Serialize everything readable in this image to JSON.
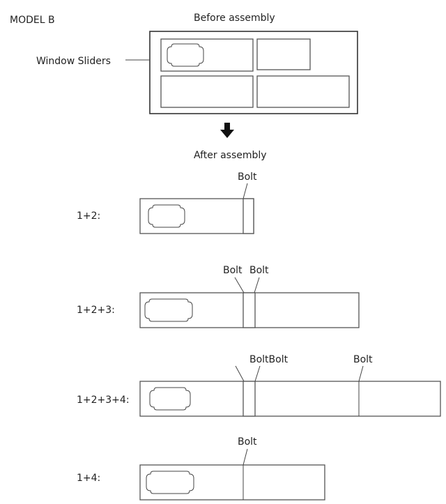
{
  "model_label": "MODEL B",
  "before_title": "Before assembly",
  "window_sliders_label": "Window Sliders",
  "after_title": "After assembly",
  "colors": {
    "stroke": "#555555",
    "text": "#222222",
    "background": "#ffffff"
  },
  "icons": {
    "arrow": "down-arrow-icon",
    "handle": "handle-icon"
  },
  "assemblies": [
    {
      "label": "1+2:",
      "bolts": [
        "Bolt"
      ]
    },
    {
      "label": "1+2+3:",
      "bolts": [
        "Bolt",
        "Bolt"
      ]
    },
    {
      "label": "1+2+3+4:",
      "bolts": [
        "BoltBolt",
        "Bolt"
      ]
    },
    {
      "label": "1+4:",
      "bolts": [
        "Bolt"
      ]
    }
  ]
}
